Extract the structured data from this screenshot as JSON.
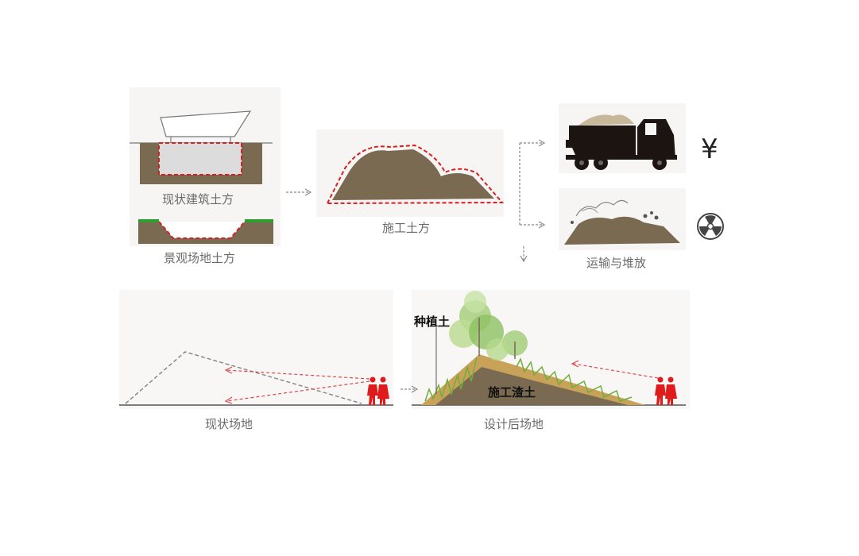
{
  "labels": {
    "existing_building_earthwork": "现状建筑土方",
    "landscape_site_earthwork": "景观场地土方",
    "construction_earthwork": "施工土方",
    "transport_and_storage": "运输与堆放",
    "existing_site": "现状场地",
    "designed_site": "设计后场地",
    "planting_soil": "种植土",
    "construction_slag": "施工渣土"
  },
  "symbols": {
    "currency": "¥",
    "hazard": "radiation-icon"
  },
  "colors": {
    "soil": "#7a6a52",
    "excavation_outline": "#d62020",
    "panel_bg": "#f6f5f3",
    "grass": "#2e9e2e",
    "sand_layer": "#c9a25a",
    "people": "#e01b1b",
    "sightline": "#d94a4a",
    "arrow": "#8a8a8a"
  }
}
